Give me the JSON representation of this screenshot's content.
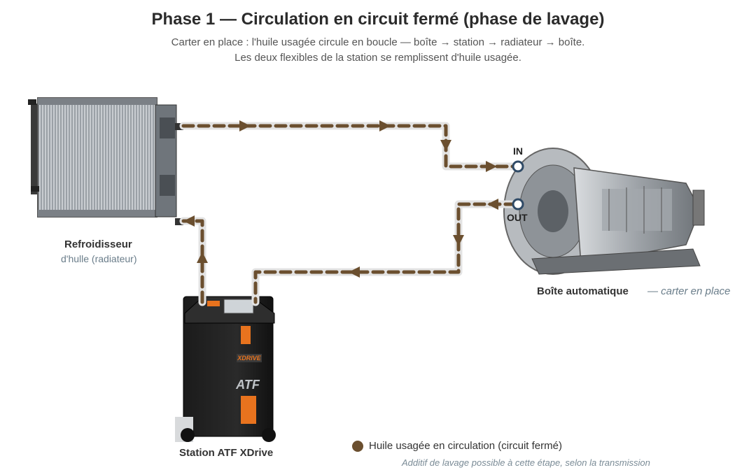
{
  "header": {
    "title": "Phase 1 — Circulation en circuit fermé (phase de lavage)",
    "subtitle_line1": "Carter en place : l'huile usagée circule en boucle — boîte → station → radiateur → boîte.",
    "subtitle_line2": "Les deux flexibles de la station se remplissent d'huile usagée."
  },
  "radiator": {
    "name": "Refroidisseur",
    "detail": "d'hulle (radiateur)"
  },
  "gearbox": {
    "name": "Boîte automatique",
    "detail": "— carter en place",
    "port_in": "IN",
    "port_out": "OUT"
  },
  "station": {
    "name": "Station ATF XDrive",
    "logo_text": "XDRIVE",
    "badge_text": "ATF"
  },
  "legend": {
    "text": "Huile usagée en circulation (circuit fermé)",
    "note": "Additif de lavage possible à cette étape, selon la transmission"
  },
  "colors": {
    "oil": "#6b4f2f",
    "tube": "#e3e3e3",
    "accent": "#e8731e"
  }
}
